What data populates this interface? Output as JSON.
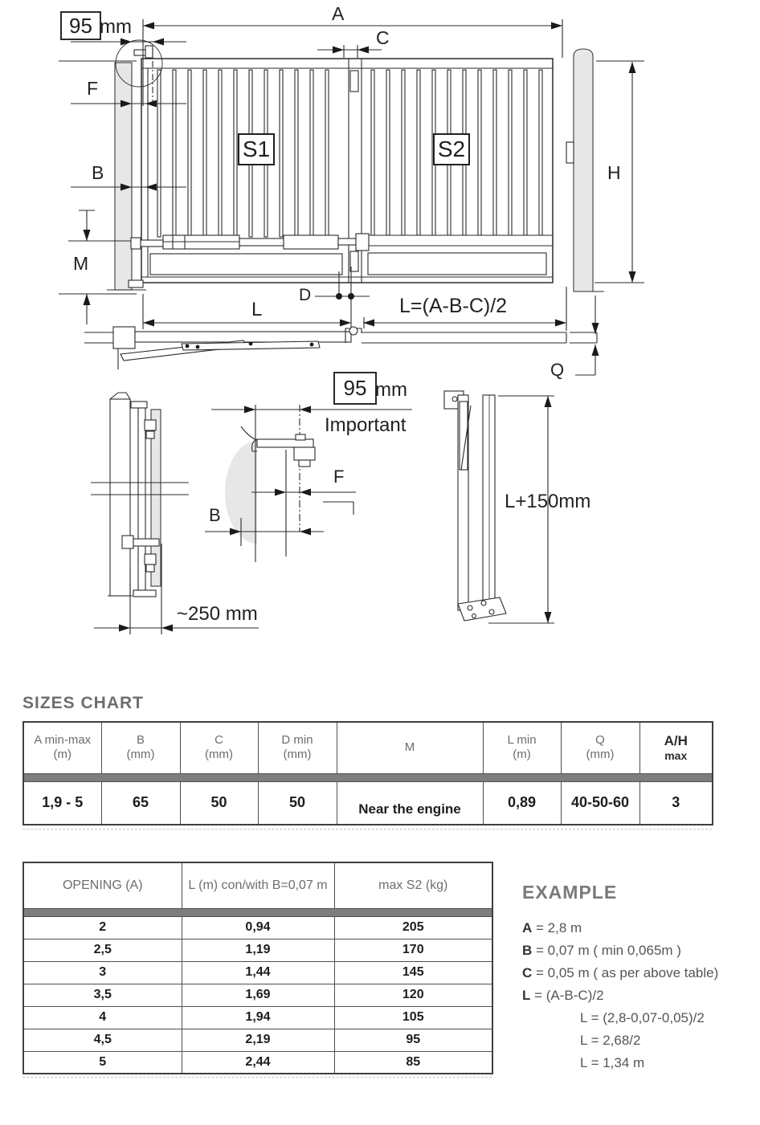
{
  "diagram": {
    "top_view": {
      "labels": {
        "offset_95": "95",
        "offset_95_unit": "mm",
        "dim_a": "A",
        "dim_c": "C",
        "dim_f": "F",
        "dim_b": "B",
        "dim_m": "M",
        "dim_h": "H",
        "dim_d": "D",
        "dim_l": "L",
        "dim_l_formula": "L=(A-B-C)/2",
        "dim_q": "Q",
        "leaf1": "S1",
        "leaf2": "S2"
      }
    },
    "detail_view": {
      "labels": {
        "offset_95": "95",
        "offset_95_unit": "mm",
        "important": "Important",
        "dim_f": "F",
        "dim_b": "B",
        "post_distance": "~250 mm",
        "arm_length": "L+150mm"
      }
    },
    "colors": {
      "line": "#2a2a2a",
      "fill_gray": "#e7e7e7",
      "separator_gray": "#7d7d7d",
      "header_text": "#6d6d6d"
    }
  },
  "sizes_chart": {
    "title": "SIZES CHART",
    "columns": [
      {
        "label": "A min-max",
        "unit": "(m)"
      },
      {
        "label": "B",
        "unit": "(mm)"
      },
      {
        "label": "C",
        "unit": "(mm)"
      },
      {
        "label": "D min",
        "unit": "(mm)"
      },
      {
        "label": "M",
        "unit": ""
      },
      {
        "label": "L min",
        "unit": "(m)"
      },
      {
        "label": "Q",
        "unit": "(mm)"
      },
      {
        "label": "A/H",
        "unit": "max"
      }
    ],
    "values": [
      "1,9 - 5",
      "65",
      "50",
      "50",
      "Near the engine",
      "0,89",
      "40-50-60",
      "3"
    ]
  },
  "opening_chart": {
    "columns": [
      "OPENING (A)",
      "L (m) con/with B=0,07 m",
      "max S2 (kg)"
    ],
    "rows": [
      [
        "2",
        "0,94",
        "205"
      ],
      [
        "2,5",
        "1,19",
        "170"
      ],
      [
        "3",
        "1,44",
        "145"
      ],
      [
        "3,5",
        "1,69",
        "120"
      ],
      [
        "4",
        "1,94",
        "105"
      ],
      [
        "4,5",
        "2,19",
        "95"
      ],
      [
        "5",
        "2,44",
        "85"
      ]
    ]
  },
  "example": {
    "title": "EXAMPLE",
    "lines": [
      {
        "var": "A",
        "text": "= 2,8 m"
      },
      {
        "var": "B",
        "text": "= 0,07 m ( min 0,065m )"
      },
      {
        "var": "C",
        "text": "= 0,05 m ( as per above table)"
      },
      {
        "var": "L",
        "text": "= (A-B-C)/2"
      },
      {
        "var": "L",
        "text": "= (2,8-0,07-0,05)/2"
      },
      {
        "var": "L",
        "text": "= 2,68/2"
      },
      {
        "var": "L",
        "text": "= 1,34 m"
      }
    ]
  }
}
